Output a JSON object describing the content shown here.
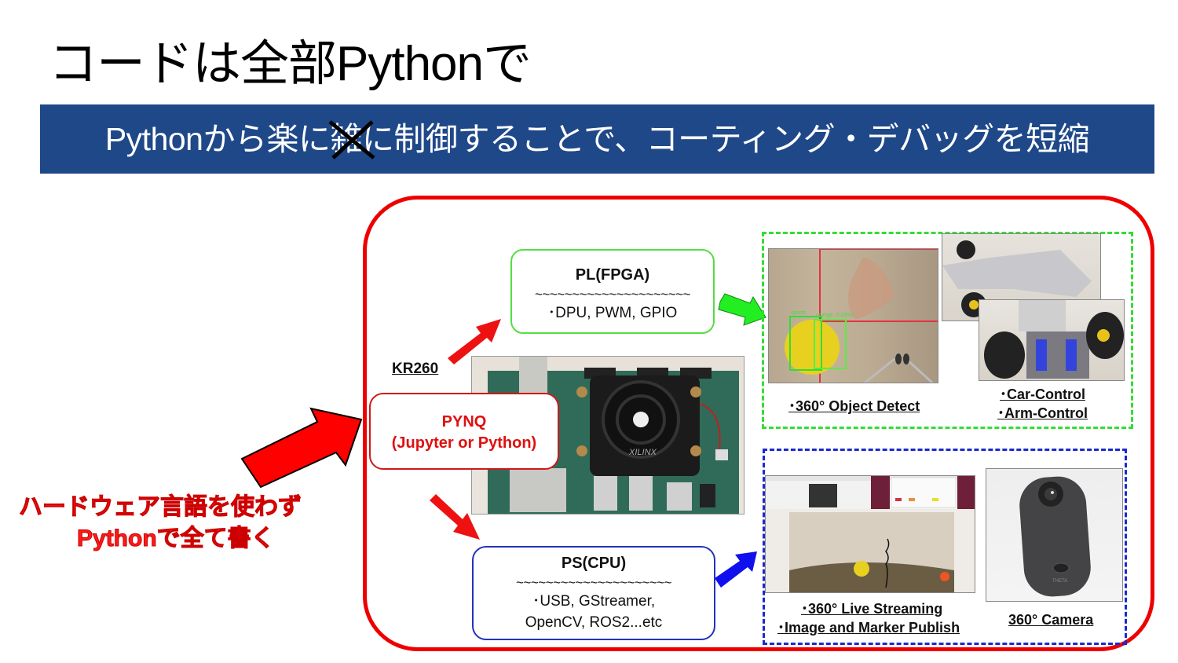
{
  "slide": {
    "title": "コードは全部Pythonで",
    "banner": {
      "before": "Pythonから楽に",
      "struck": "雑に",
      "after": "制御することで、コーティング・デバッグを短縮",
      "background_color": "#1f4889"
    }
  },
  "left_caption": {
    "line1": "ハードウェア言語を使わず",
    "line2": "Pythonで全て書く",
    "color": "#ff1a1a"
  },
  "diagram": {
    "board_label": "KR260",
    "pynq_box": {
      "line1": "PYNQ",
      "line2": "(Jupyter or Python)"
    },
    "pl_box": {
      "title": "PL(FPGA)",
      "separator": "~~~~~~~~~~~~~~~~~~~~~",
      "items": "･DPU, PWM, GPIO",
      "border_color": "#55dd44"
    },
    "ps_box": {
      "title": "PS(CPU)",
      "separator": "~~~~~~~~~~~~~~~~~~~~~",
      "items_line1": "･USB, GStreamer,",
      "items_line2": "OpenCV, ROS2...etc",
      "border_color": "#2233bb"
    },
    "board_photo_text": "XILINX",
    "pl_group": {
      "detect_caption": "･360° Object Detect",
      "detect_labels": [
        "sports",
        "orange: 0.2550"
      ],
      "control_caption_1": "･Car-Control",
      "control_caption_2": "･Arm-Control"
    },
    "ps_group": {
      "stream_caption_1": "･360° Live Streaming",
      "stream_caption_2": "･Image and Marker Publish",
      "camera_caption": "360° Camera",
      "camera_brand": "THETA"
    },
    "frame_color": "#ee0000"
  }
}
